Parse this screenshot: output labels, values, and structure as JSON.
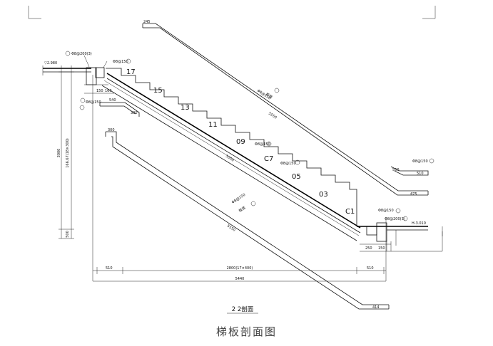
{
  "drawing": {
    "section_title": "2  2剖面",
    "caption": "梯板剖面图",
    "levels": {
      "upper": "▽2.980",
      "lower": "H-3.010"
    },
    "step_numbers": [
      "17",
      "15",
      "13",
      "11",
      "09",
      "C7",
      "05",
      "03",
      "C1"
    ],
    "dimensions": {
      "bottom_left": "510",
      "bottom_middle": "2800(17×400)",
      "bottom_right": "510",
      "bottom_total": "5440",
      "vertical_total": "3000",
      "vertical_steps": "166.67(18×300)",
      "vertical_small": "500",
      "top_bar_hook": "245",
      "bar_main_length": "5550",
      "bar_top_short": "540",
      "bar_top_short_hook": "300",
      "bar_left_hook": "300",
      "bar_mid_length": "5000",
      "bar_bottom_length": "5550",
      "bar_bottom_hook": "414",
      "bar_right_short": "510",
      "bar_right_hook": "475",
      "landing_left": "150",
      "landing_left_2": "160",
      "landing_right_a": "250",
      "landing_right_b": "150"
    },
    "rebar_labels": {
      "top_left": "Φ8@200(3)",
      "top_mid": "Φ8@150",
      "left_a": "Φ8@150",
      "main_top": "Φ8@150",
      "main_top_sub": "板面",
      "mid_a": "Φ8@150",
      "mid_b": "Φ8@150",
      "bottom_bar": "Φ8@150",
      "bottom_bar_sub": "板底",
      "right_top": "Φ8@150",
      "right_a": "Φ8@150",
      "right_b": "Φ8@200(3)"
    },
    "circle_marks": [
      "①",
      "②",
      "③",
      "④",
      "⑤",
      "⑥",
      "⑦",
      "⑧"
    ]
  }
}
